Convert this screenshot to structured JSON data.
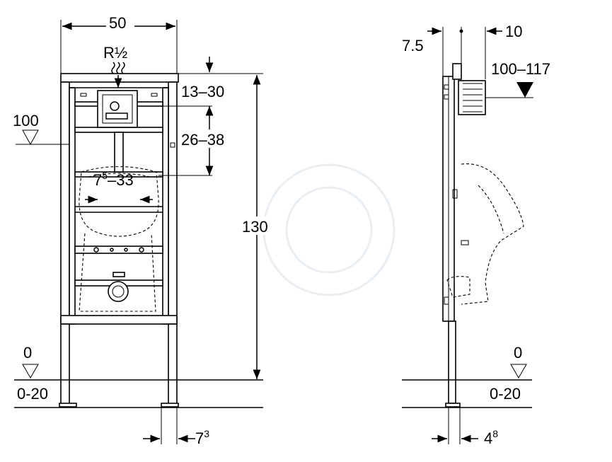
{
  "front": {
    "width": "50",
    "thread": "R½",
    "top_range": "13–30",
    "mid_range": "26–38",
    "spacing_base": "7",
    "spacing_sup": "5",
    "spacing_rest": "–33",
    "height": "130",
    "level_upper": "100",
    "level_floor": "0",
    "floor_range": "0-20",
    "leg_base": "7",
    "leg_sup": "3"
  },
  "side": {
    "offset_left": "7.5",
    "offset_right": "10",
    "depth_range": "100–117",
    "level_floor": "0",
    "floor_range": "0-20",
    "foot_base": "4",
    "foot_sup": "8"
  },
  "colors": {
    "line": "#000000",
    "watermark": "#e9eef3"
  }
}
